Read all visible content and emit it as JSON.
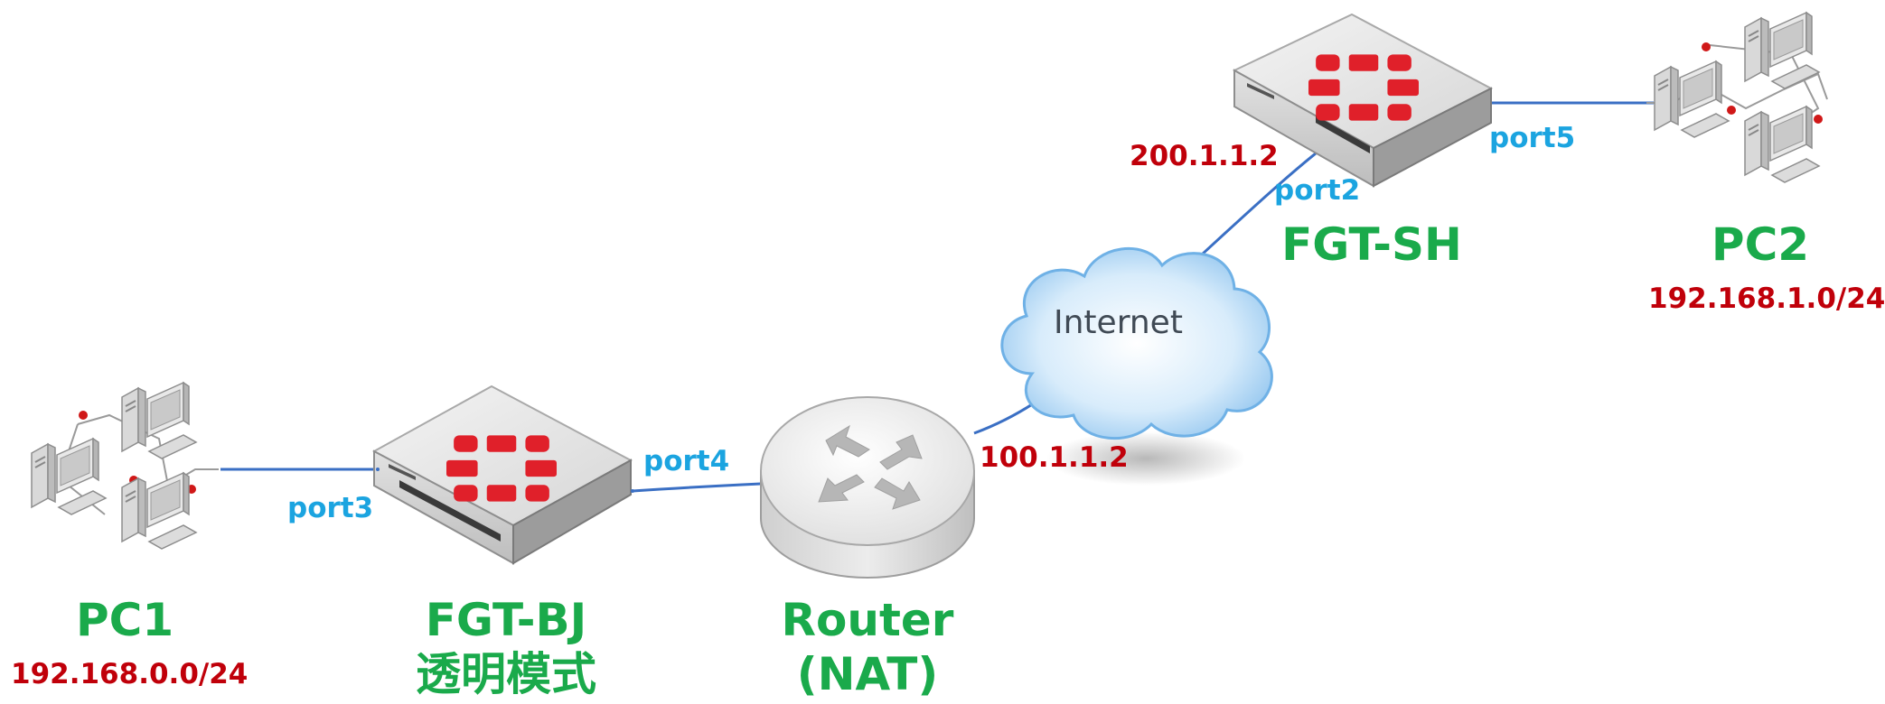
{
  "nodes": {
    "pc1": {
      "name": "PC1",
      "subnet": "192.168.0.0/24"
    },
    "pc2": {
      "name": "PC2",
      "subnet": "192.168.1.0/24"
    },
    "fgt_bj": {
      "name": "FGT-BJ",
      "mode": "透明模式"
    },
    "fgt_sh": {
      "name": "FGT-SH"
    },
    "router": {
      "name": "Router",
      "note": "(NAT)"
    },
    "internet": {
      "label": "Internet"
    }
  },
  "ports": {
    "port3": "port3",
    "port4": "port4",
    "port2": "port2",
    "port5": "port5"
  },
  "addresses": {
    "router_wan": "100.1.1.2",
    "fgt_sh_wan": "200.1.1.2"
  },
  "colors": {
    "name": "#1aaa4b",
    "port": "#1ba4e0",
    "ip": "#c0000a",
    "link": "#3a6fc4",
    "fortinet_red": "#e0202a"
  },
  "icons": {
    "pc_group": "computer-group-icon",
    "firewall": "fortigate-firewall-icon",
    "router": "router-icon",
    "cloud": "internet-cloud-icon"
  }
}
